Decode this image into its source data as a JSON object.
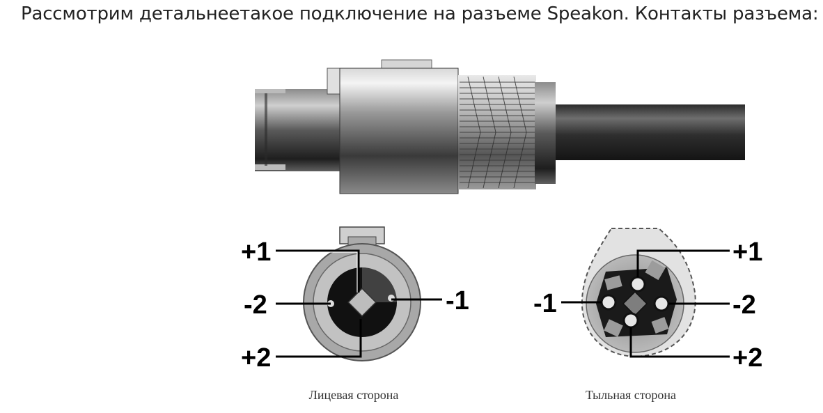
{
  "heading": "Рассмотрим детальнеетакое подключение на разъеме Speakon. Контакты разъема:",
  "front": {
    "caption": "Лицевая сторона",
    "pins": {
      "plus1": "+1",
      "minus2": "-2",
      "plus2": "+2",
      "minus1": "-1"
    }
  },
  "back": {
    "caption": "Тыльная сторона",
    "pins": {
      "minus1": "-1",
      "plus1": "+1",
      "minus2": "-2",
      "plus2": "+2"
    }
  }
}
